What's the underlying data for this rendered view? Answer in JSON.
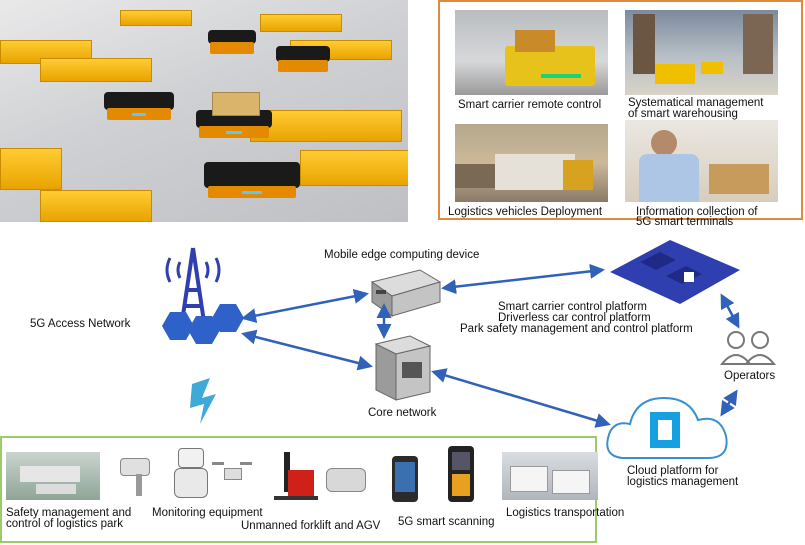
{
  "panel_labels": {
    "remote_control": "Smart carrier remote control",
    "warehousing_line1": "Systematical management",
    "warehousing_line2": "of smart warehousing",
    "vehicles": "Logistics vehicles Deployment",
    "terminals_line1": "Information collection of",
    "terminals_line2": "5G smart terminals"
  },
  "nodes": {
    "access_network": "5G Access Network",
    "edge_device": "Mobile edge computing device",
    "core_network": "Core network",
    "platform_line1": "Smart carrier control platform",
    "platform_line2": "Driverless car control platform",
    "platform_line3": "Park safety management and control platform",
    "operators": "Operators",
    "cloud_line1": "Cloud platform for",
    "cloud_line2": "logistics management"
  },
  "bottom_labels": {
    "park_line1": "Safety management and",
    "park_line2": "control of logistics park",
    "monitoring": "Monitoring equipment",
    "forklift": "Unmanned forklift and AGV",
    "scanning": "5G smart scanning",
    "transport": "Logistics transportation"
  },
  "colors": {
    "panel_border": "#e08a3c",
    "bottom_border": "#9ccc6a",
    "arrow": "#2f62b8",
    "platform": "#2f3fb0",
    "cloud_outline": "#3a8fd0"
  }
}
